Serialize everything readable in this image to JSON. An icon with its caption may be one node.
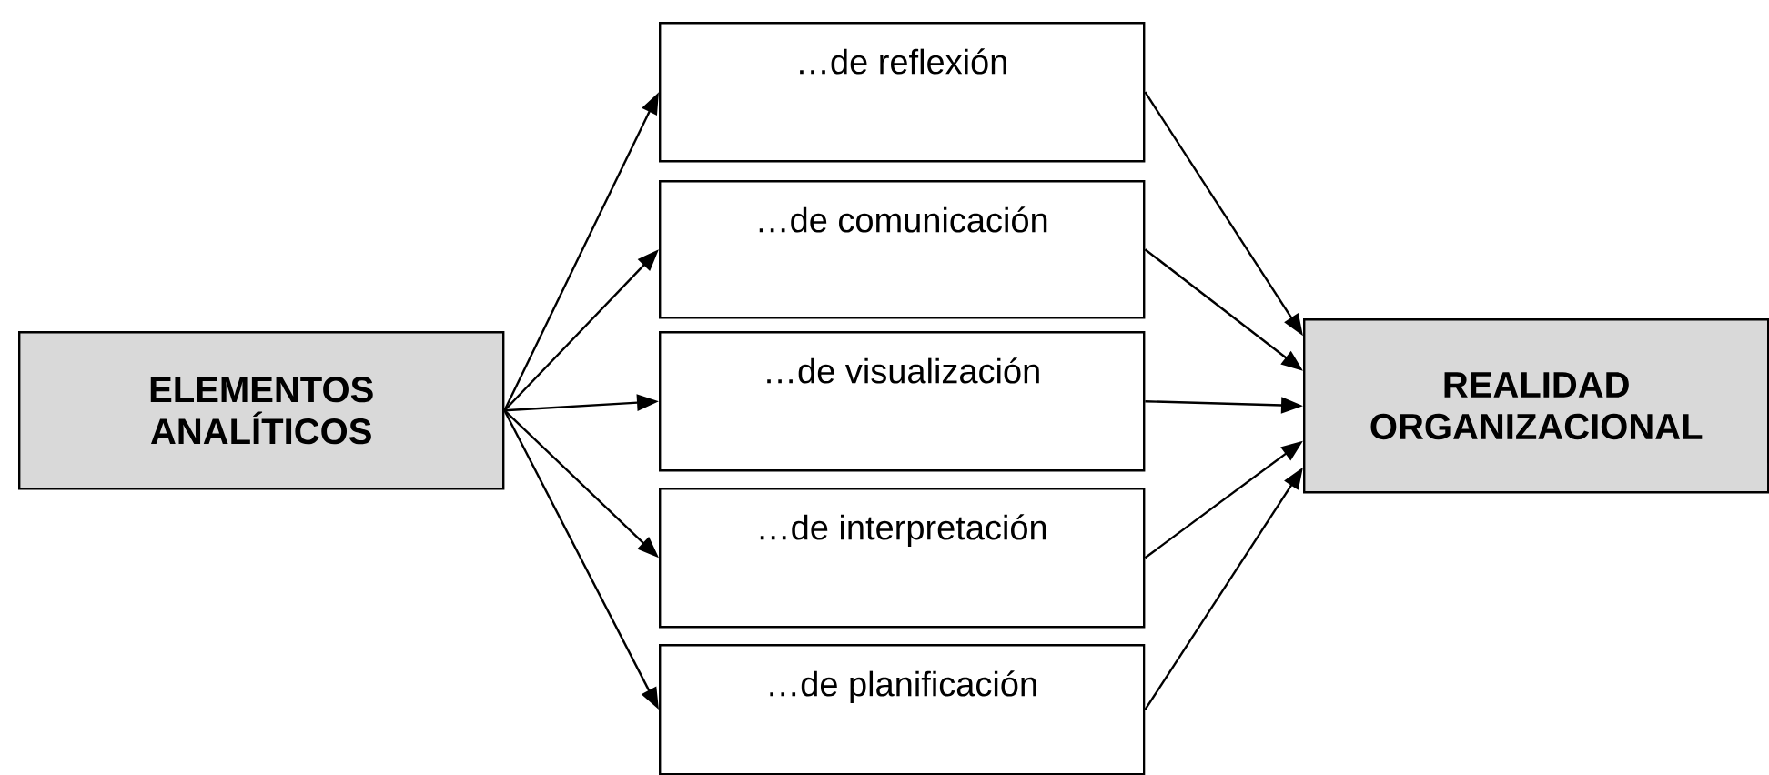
{
  "diagram": {
    "nodes": [
      {
        "text": [
          "ELEMENTOS ANALÍTICOS"
        ]
      },
      {
        "text": [
          "…de reflexión"
        ]
      },
      {
        "text": [
          "…de comunicación"
        ]
      },
      {
        "text": [
          "…de visualización"
        ]
      },
      {
        "text": [
          "…de interpretación"
        ]
      },
      {
        "text": [
          "…de planificación"
        ]
      },
      {
        "text": [
          "REALIDAD ORGANIZACIONAL"
        ]
      }
    ],
    "edges": [
      {
        "from": 0,
        "to": 1,
        "arrow": "to"
      },
      {
        "from": 0,
        "to": 2,
        "arrow": "to"
      },
      {
        "from": 0,
        "to": 3,
        "arrow": "to"
      },
      {
        "from": 0,
        "to": 4,
        "arrow": "to"
      },
      {
        "from": 0,
        "to": 5,
        "arrow": "to"
      },
      {
        "from": 1,
        "to": 6,
        "arrow": "to"
      },
      {
        "from": 2,
        "to": 6,
        "arrow": "to"
      },
      {
        "from": 3,
        "to": 6,
        "arrow": "to"
      },
      {
        "from": 4,
        "to": 6,
        "arrow": "to"
      },
      {
        "from": 5,
        "to": 6,
        "arrow": "to"
      }
    ]
  }
}
